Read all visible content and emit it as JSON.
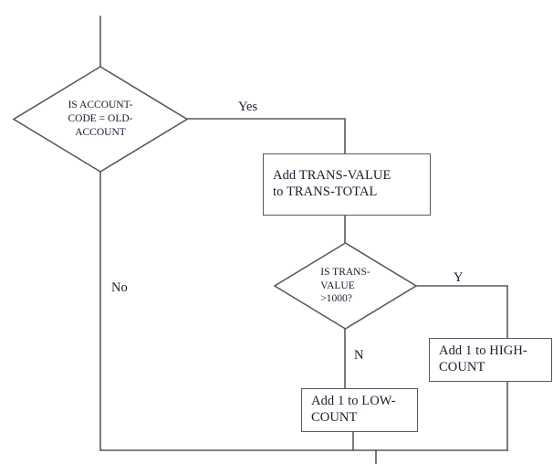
{
  "diagram": {
    "type": "flowchart",
    "title": "Transaction accumulation flowchart",
    "stroke_color": "#555a60",
    "text_color": "#1a1a2e",
    "background": "#ffffff"
  },
  "nodes": {
    "decision_account": {
      "shape": "decision",
      "text_lines": [
        "IS ACCOUNT-",
        "CODE = OLD-",
        "ACCOUNT"
      ],
      "text": "IS ACCOUNT-CODE = OLD-ACCOUNT"
    },
    "process_add_trans": {
      "shape": "process",
      "text_lines": [
        "Add TRANS-VALUE",
        "to TRANS-TOTAL"
      ],
      "text": "Add TRANS-VALUE to TRANS-TOTAL"
    },
    "decision_trans_value": {
      "shape": "decision",
      "text_lines": [
        "IS TRANS-",
        "VALUE",
        ">1000?"
      ],
      "text": "IS TRANS-VALUE >1000?"
    },
    "process_high_count": {
      "shape": "process",
      "text_lines": [
        "Add 1 to HIGH-",
        "COUNT"
      ],
      "text": "Add 1 to HIGH-COUNT"
    },
    "process_low_count": {
      "shape": "process",
      "text_lines": [
        "Add 1 to LOW-",
        "COUNT"
      ],
      "text": "Add 1 to LOW-COUNT"
    }
  },
  "edge_labels": {
    "yes": "Yes",
    "no": "No",
    "y": "Y",
    "n": "N"
  }
}
